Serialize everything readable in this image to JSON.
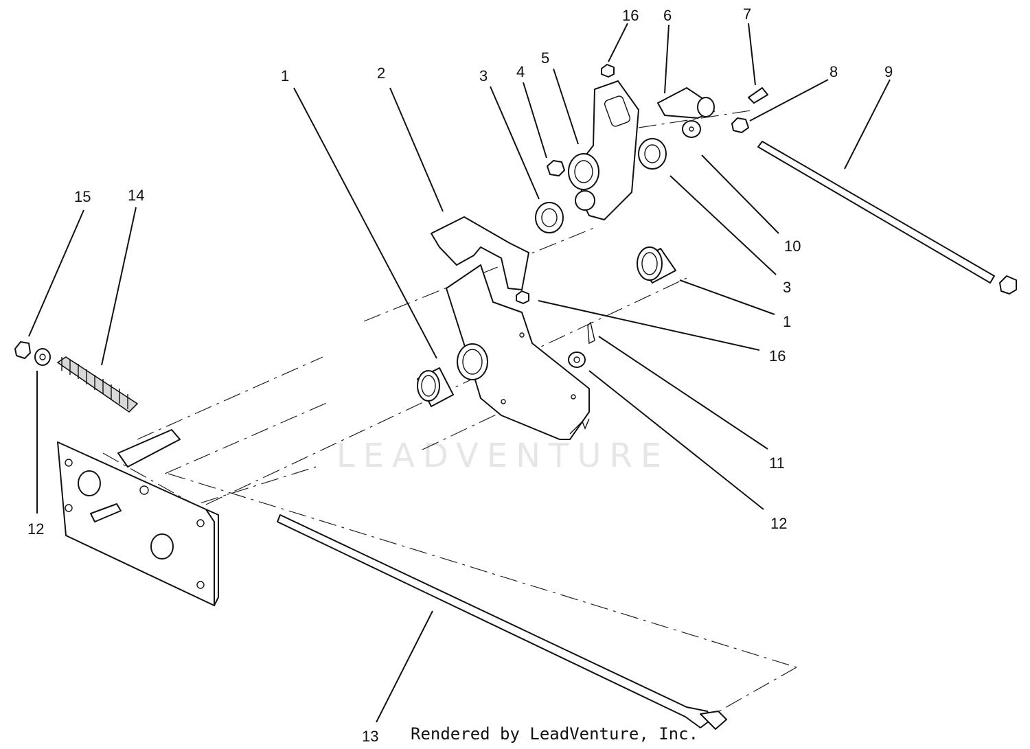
{
  "callouts": {
    "c1": "1",
    "c2": "2",
    "c3": "3",
    "c4": "4",
    "c5": "5",
    "c16a": "16",
    "c6": "6",
    "c7": "7",
    "c8": "8",
    "c9": "9",
    "c10": "10",
    "c3b": "3",
    "c1b": "1",
    "c16b": "16",
    "c11": "11",
    "c12b": "12",
    "c15": "15",
    "c14": "14",
    "c12a": "12",
    "c13": "13"
  },
  "watermark": "LEADVENTURE",
  "footer": "Rendered by LeadVenture, Inc."
}
